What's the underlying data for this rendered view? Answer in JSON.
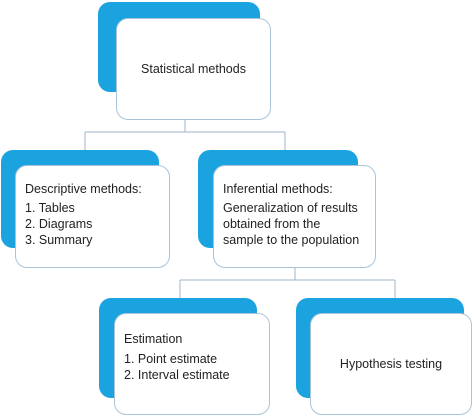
{
  "diagram": {
    "root": {
      "label": "Statistical methods"
    },
    "descriptive": {
      "title": "Descriptive methods:",
      "items": [
        "1. Tables",
        "2. Diagrams",
        "3. Summary"
      ]
    },
    "inferential": {
      "title": "Inferential methods:",
      "lines": [
        "Generalization of results",
        "obtained from the",
        "sample to the population"
      ]
    },
    "estimation": {
      "title": "Estimation",
      "items": [
        "1. Point estimate",
        "2. Interval estimate"
      ]
    },
    "hypothesis": {
      "label": "Hypothesis testing"
    },
    "colors": {
      "accent": "#1aa3de",
      "border": "#a9c4d8",
      "connector": "#9fb6c8"
    }
  }
}
